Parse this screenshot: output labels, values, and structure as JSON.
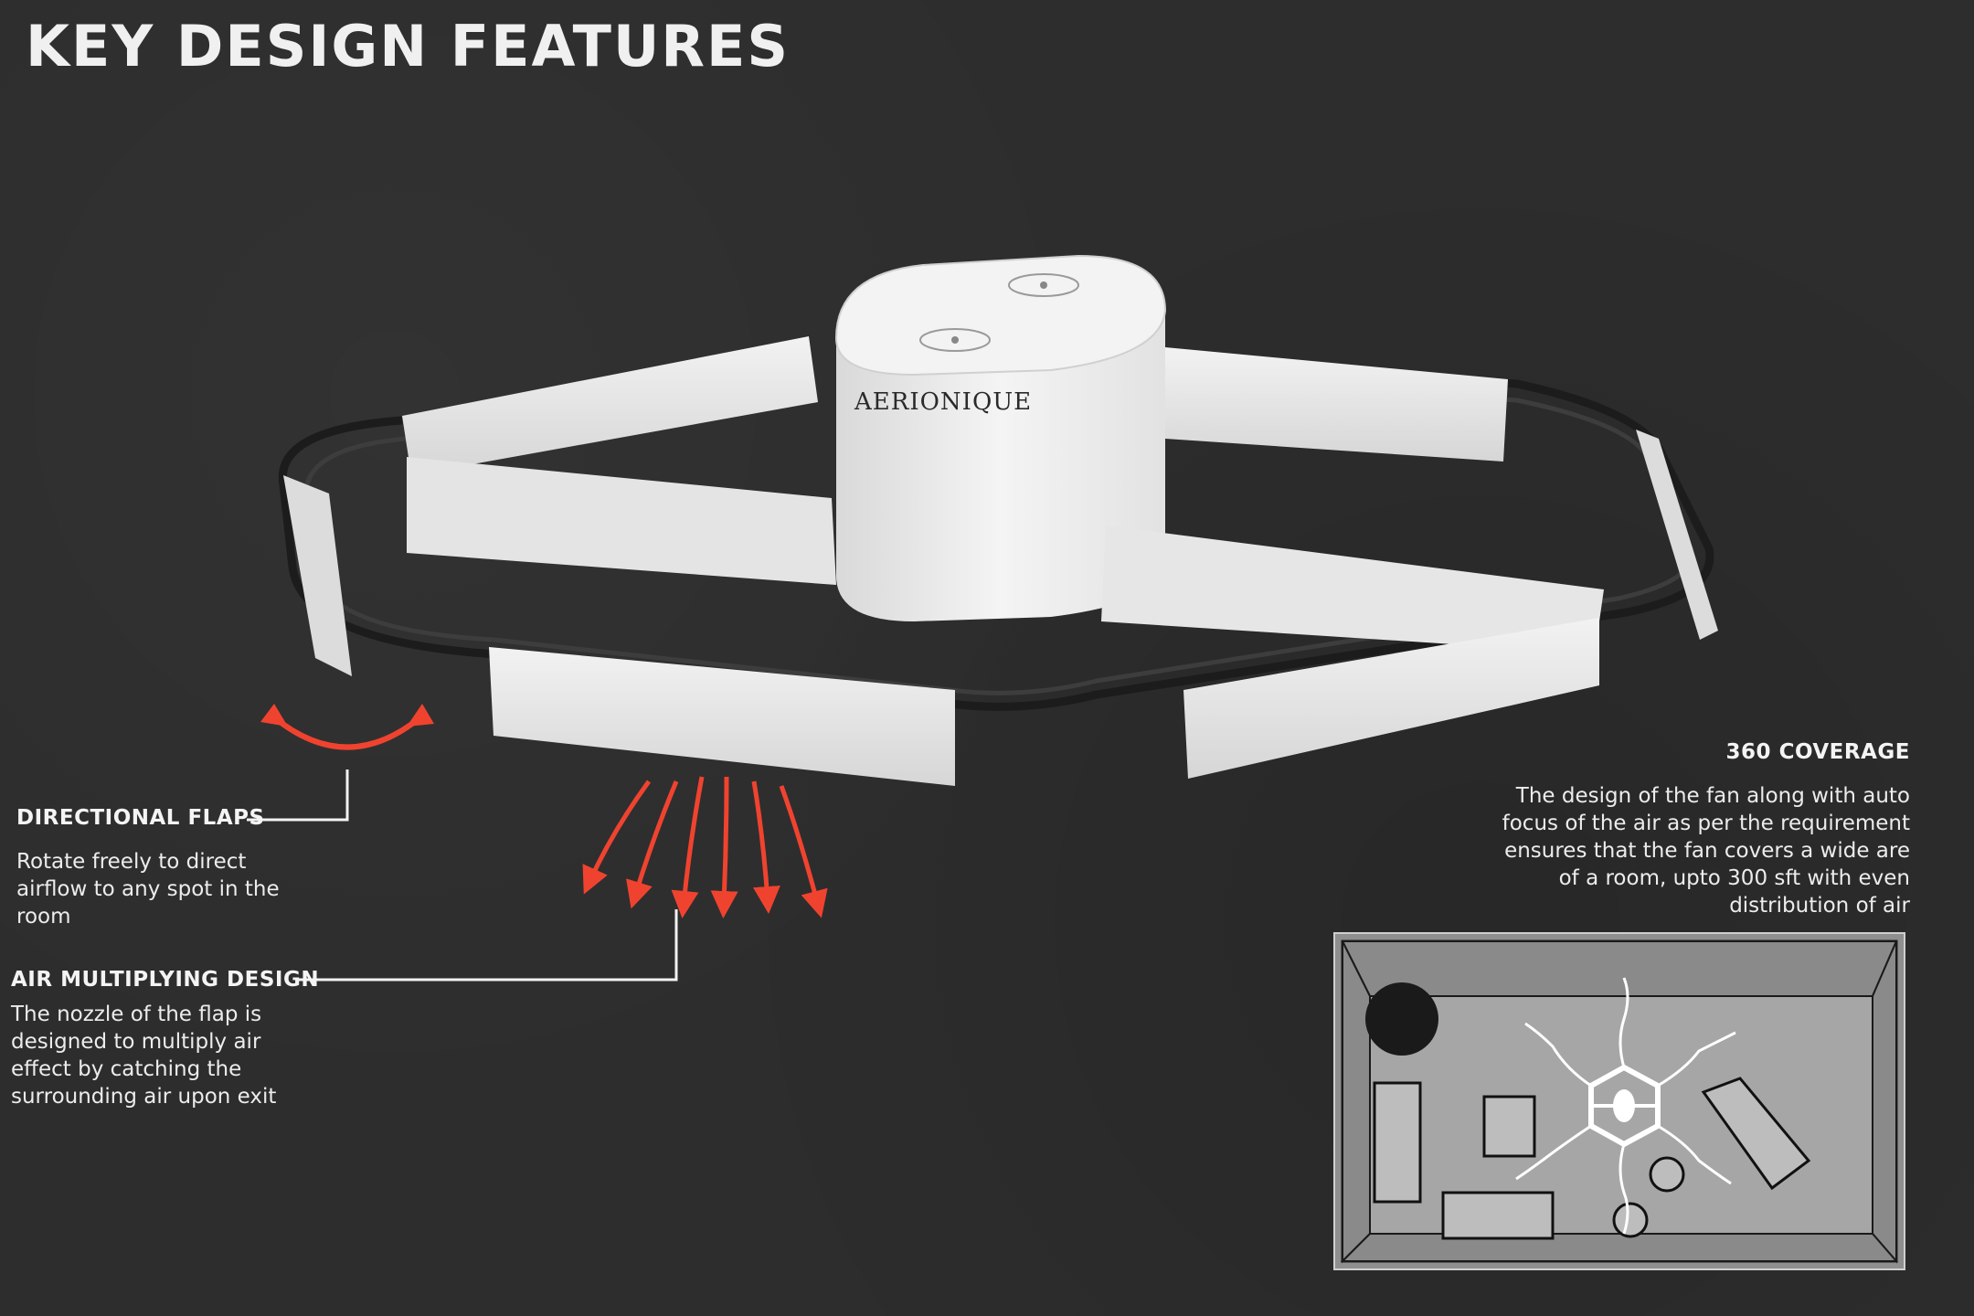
{
  "title": "KEY DESIGN FEATURES",
  "brand": "AERIONIQUE",
  "features": {
    "directional_flaps": {
      "heading": "DIRECTIONAL FLAPS",
      "body": "Rotate freely to direct airflow to any spot in the room"
    },
    "air_multiplying": {
      "heading": "AIR MULTIPLYING DESIGN",
      "body": "The nozzle of the flap is designed to multiply air effect by catching the surrounding air upon exit"
    },
    "coverage": {
      "heading": "360 COVERAGE",
      "body": "The design of the fan along with auto focus of the air as per the requirement ensures  that the fan covers a wide are of a room, upto 300 sft with even distribution of air"
    }
  },
  "colors": {
    "background": "#2d2d2d",
    "accent_arrow": "#f0432f",
    "product_white": "#ebebeb"
  }
}
